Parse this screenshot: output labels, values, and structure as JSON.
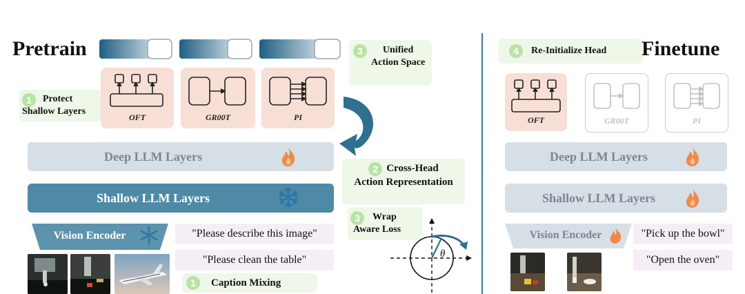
{
  "pretrain": {
    "title": "Pretrain",
    "heads": [
      {
        "label": "OFT"
      },
      {
        "label": "GR00T"
      },
      {
        "label": "PI"
      }
    ],
    "notes": {
      "protect": {
        "number": "1",
        "line1": "Protect",
        "line2": "Shallow Layers"
      },
      "unified": {
        "number": "3",
        "line1": "Unified",
        "line2": "Action Space"
      },
      "crosshead": {
        "number": "2",
        "line1": "Cross-Head",
        "line2": "Action Representation"
      },
      "wrap": {
        "number": "3",
        "line1": "Wrap",
        "line2": "Aware Loss"
      },
      "caption": {
        "number": "1",
        "line1": "Caption Mixing"
      }
    },
    "deep_layers": "Deep LLM Layers",
    "shallow_layers": "Shallow LLM Layers",
    "vision_encoder": "Vision Encoder",
    "prompts": [
      "\"Please describe this image\"",
      "\"Please clean the table\""
    ],
    "theta_label": "θ"
  },
  "finetune": {
    "title": "Finetune",
    "note": {
      "number": "4",
      "line1": "Re-Initialize Head"
    },
    "heads": [
      {
        "label": "OFT"
      },
      {
        "label": "GR00T"
      },
      {
        "label": "PI"
      }
    ],
    "deep_layers": "Deep LLM Layers",
    "shallow_layers": "Shallow LLM Layers",
    "vision_encoder": "Vision Encoder",
    "prompts": [
      "\"Pick up the bowl\"",
      "\"Open the oven\""
    ]
  },
  "colors": {
    "accent_blue": "#2f6f8f",
    "dark_layer": "#4e8aa6",
    "light_layer": "#d6dee6",
    "head_fill": "#f7dfd5",
    "note_fill": "#eef7e8",
    "number_circle": "#b9e3a6",
    "flame": "#f08a4b",
    "snowflake": "#2d78a8"
  },
  "icons": {
    "frozen": "snowflake-icon",
    "trainable": "flame-icon"
  }
}
